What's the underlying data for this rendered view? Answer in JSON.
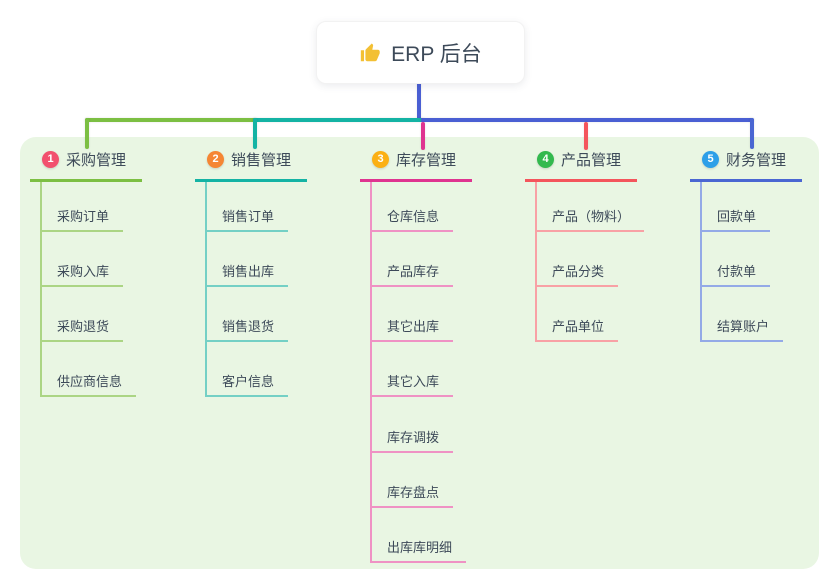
{
  "page": {
    "background": "#ffffff",
    "panel_background": "#e9f6e3"
  },
  "root": {
    "label": "ERP 后台",
    "icon": "thumbs-up-icon",
    "icon_color": "#f3c034",
    "line_color": "#4a5fd3",
    "text_color": "#3d4a59"
  },
  "branches": [
    {
      "badge": "1",
      "label": "采购管理",
      "badge_color": "#f2506e",
      "line_color": "#7cbf43",
      "child_line_color": "#abd584",
      "children": [
        "采购订单",
        "采购入库",
        "采购退货",
        "供应商信息"
      ]
    },
    {
      "badge": "2",
      "label": "销售管理",
      "badge_color": "#f58634",
      "line_color": "#14b3a4",
      "child_line_color": "#74d0c5",
      "children": [
        "销售订单",
        "销售出库",
        "销售退货",
        "客户信息"
      ]
    },
    {
      "badge": "3",
      "label": "库存管理",
      "badge_color": "#fbb014",
      "line_color": "#df3490",
      "child_line_color": "#ef92c4",
      "children": [
        "仓库信息",
        "产品库存",
        "其它出库",
        "其它入库",
        "库存调拨",
        "库存盘点",
        "出库库明细"
      ]
    },
    {
      "badge": "4",
      "label": "产品管理",
      "badge_color": "#33b94e",
      "line_color": "#f4555c",
      "child_line_color": "#f8a1a5",
      "children": [
        "产品（物料）",
        "产品分类",
        "产品单位"
      ]
    },
    {
      "badge": "5",
      "label": "财务管理",
      "badge_color": "#2d9fe8",
      "line_color": "#4a66d2",
      "child_line_color": "#94aae7",
      "children": [
        "回款单",
        "付款单",
        "结算账户"
      ]
    }
  ]
}
